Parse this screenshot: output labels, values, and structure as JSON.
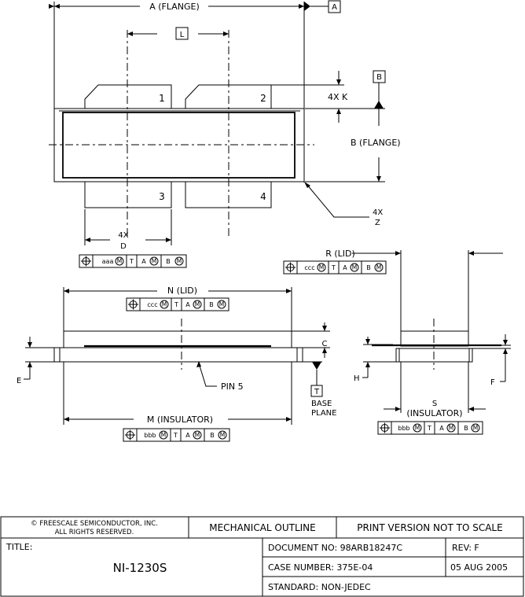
{
  "drawing": {
    "dims": {
      "a_flange": "A (FLANGE)",
      "datum_a": "A",
      "l": "L",
      "datum_b": "B",
      "k": "4X  K",
      "b_flange": "B (FLANGE)",
      "z_count": "4X",
      "z": "Z",
      "d_count": "4X",
      "d": "D",
      "r_lid": "R (LID)",
      "n_lid": "N (LID)",
      "c": "C",
      "e": "E",
      "pin5": "PIN 5",
      "m_insulator": "M (INSULATOR)",
      "datum_t": "T",
      "base": "BASE",
      "plane": "PLANE",
      "h": "H",
      "f": "F",
      "s": "S",
      "s_insulator": "(INSULATOR)"
    },
    "pins": [
      "1",
      "2",
      "3",
      "4"
    ],
    "fcf": {
      "aaa": [
        "aaa",
        "T",
        "A",
        "B"
      ],
      "ccc_top": [
        "ccc",
        "T",
        "A",
        "B"
      ],
      "ccc_mid": [
        "ccc",
        "T",
        "A",
        "B"
      ],
      "bbb_mid": [
        "bbb",
        "T",
        "A",
        "B"
      ],
      "bbb_right": [
        "bbb",
        "T",
        "A",
        "B"
      ]
    }
  },
  "title_block": {
    "copyright_line1": "© FREESCALE SEMICONDUCTOR, INC.",
    "copyright_line2": "ALL RIGHTS RESERVED.",
    "mechanical_outline": "MECHANICAL OUTLINE",
    "print_version": "PRINT VERSION NOT TO SCALE",
    "title_label": "TITLE:",
    "title_value": "NI-1230S",
    "document_no": "DOCUMENT NO: 98ARB18247C",
    "rev": "REV: F",
    "case_number": "CASE NUMBER: 375E-04",
    "date": "05 AUG 2005",
    "standard": "STANDARD: NON-JEDEC"
  }
}
